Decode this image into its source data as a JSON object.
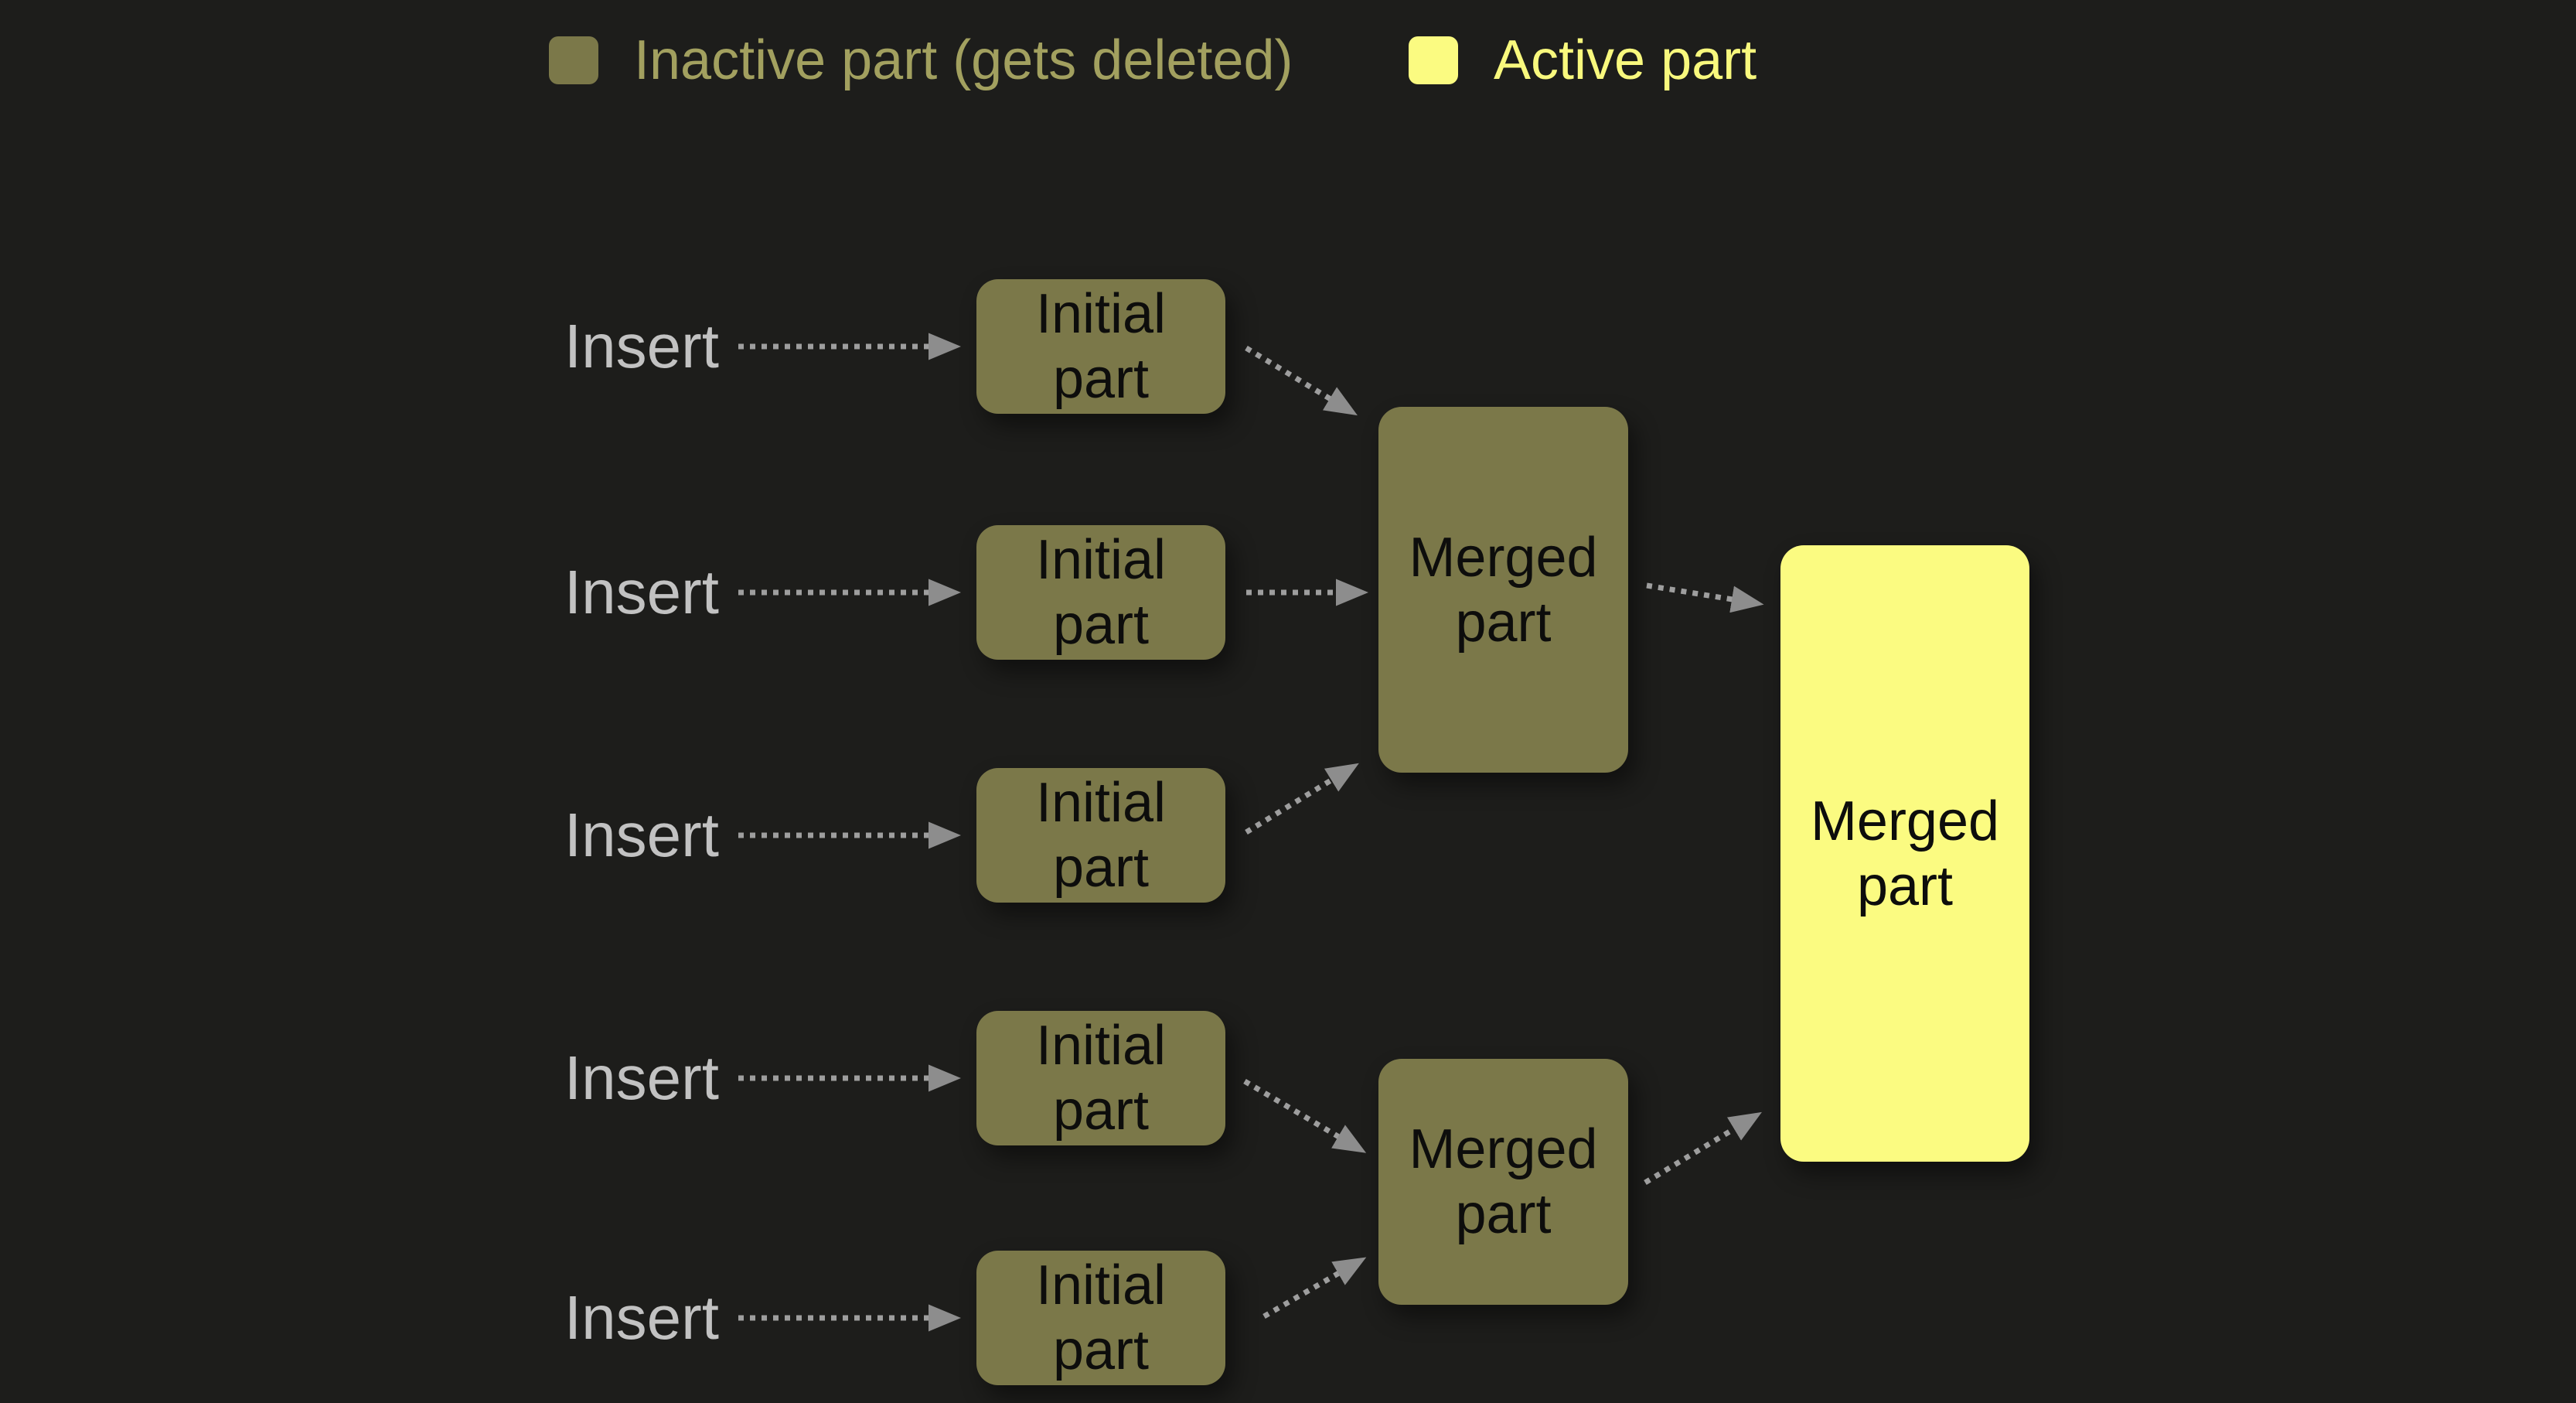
{
  "colors": {
    "background": "#1d1d1b",
    "inactive_fill": "#7b7849",
    "active_fill": "#fbfb81",
    "inactive_text": "#a2a05f",
    "active_text": "#f8f87d",
    "node_text": "#0d0d0c",
    "insert_text": "#c2c2c2",
    "arrow": "#9e9e9e",
    "arrow_head": "#8d8d8d"
  },
  "legend": {
    "items": [
      {
        "id": "inactive",
        "label": "Inactive part (gets deleted)"
      },
      {
        "id": "active",
        "label": "Active part"
      }
    ]
  },
  "inserts": [
    {
      "label": "Insert"
    },
    {
      "label": "Insert"
    },
    {
      "label": "Insert"
    },
    {
      "label": "Insert"
    },
    {
      "label": "Insert"
    }
  ],
  "nodes": {
    "initial": [
      {
        "label": "Initial part"
      },
      {
        "label": "Initial part"
      },
      {
        "label": "Initial part"
      },
      {
        "label": "Initial part"
      },
      {
        "label": "Initial part"
      }
    ],
    "merged": [
      {
        "label": "Merged part"
      },
      {
        "label": "Merged part"
      }
    ],
    "final": {
      "label": "Merged part"
    }
  }
}
